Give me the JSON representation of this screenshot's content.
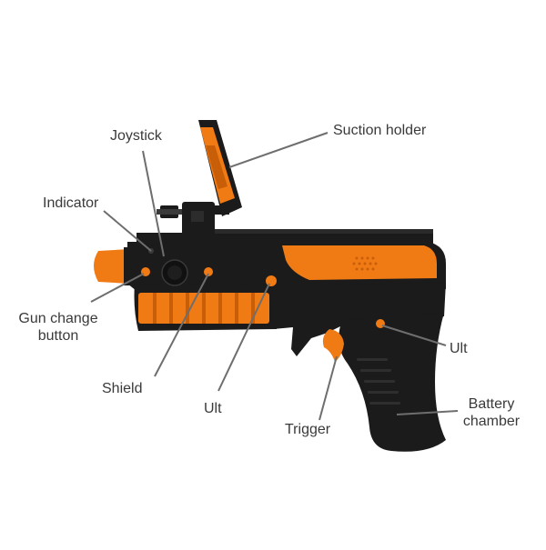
{
  "colors": {
    "body": "#1b1b1b",
    "body_highlight": "#3a3a3a",
    "accent": "#f07a14",
    "accent_dark": "#c85f08",
    "leader_line": "#6e6e6e",
    "text": "#3a3a3a"
  },
  "labels": {
    "joystick": "Joystick",
    "suction_holder": "Suction holder",
    "indicator": "Indicator",
    "gun_change_line1": "Gun change",
    "gun_change_line2": "button",
    "shield": "Shield",
    "ult_left": "Ult",
    "trigger": "Trigger",
    "ult_right": "Ult",
    "battery_line1": "Battery",
    "battery_line2": "chamber"
  }
}
